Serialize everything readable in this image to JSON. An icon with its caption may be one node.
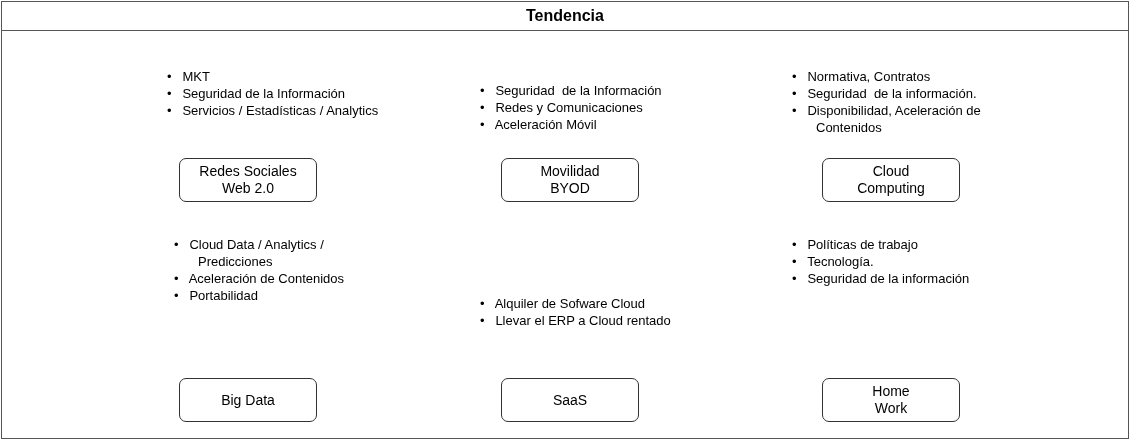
{
  "diagram": {
    "nodes": [
      {
        "text": [
          "Tendencia"
        ]
      },
      {
        "text": [
          "Redes Sociales Web 2.0"
        ],
        "in": 0,
        "beside": [
          "•   MKT",
          "•   Seguridad de la Información",
          "•   Servicios / Estadísticas / Analytics"
        ]
      },
      {
        "text": [
          "Movilidad BYOD"
        ],
        "in": 0,
        "beside": [
          "•   Seguridad  de la Información",
          "•   Redes y Comunicaciones",
          "•   Aceleración Móvil"
        ]
      },
      {
        "text": [
          "Cloud Computing"
        ],
        "in": 0,
        "beside": [
          "•   Normativa, Contratos",
          "•   Seguridad  de la información.",
          "•   Disponibilidad, Aceleración de Contenidos"
        ]
      },
      {
        "text": [
          "Big Data"
        ],
        "in": 0,
        "beside": [
          "•   Cloud Data / Analytics / Predicciones",
          "•   Aceleración de Contenidos",
          "•   Portabilidad"
        ]
      },
      {
        "text": [
          "SaaS"
        ],
        "in": 0,
        "beside": [
          "•   Alquiler de Sofware Cloud",
          "•   Llevar el ERP a Cloud rentado"
        ]
      },
      {
        "text": [
          "Home Work"
        ],
        "in": 0,
        "beside": [
          "•   Políticas de trabajo",
          "•   Tecnología.",
          "•   Seguridad de la información"
        ]
      }
    ],
    "edges": []
  }
}
